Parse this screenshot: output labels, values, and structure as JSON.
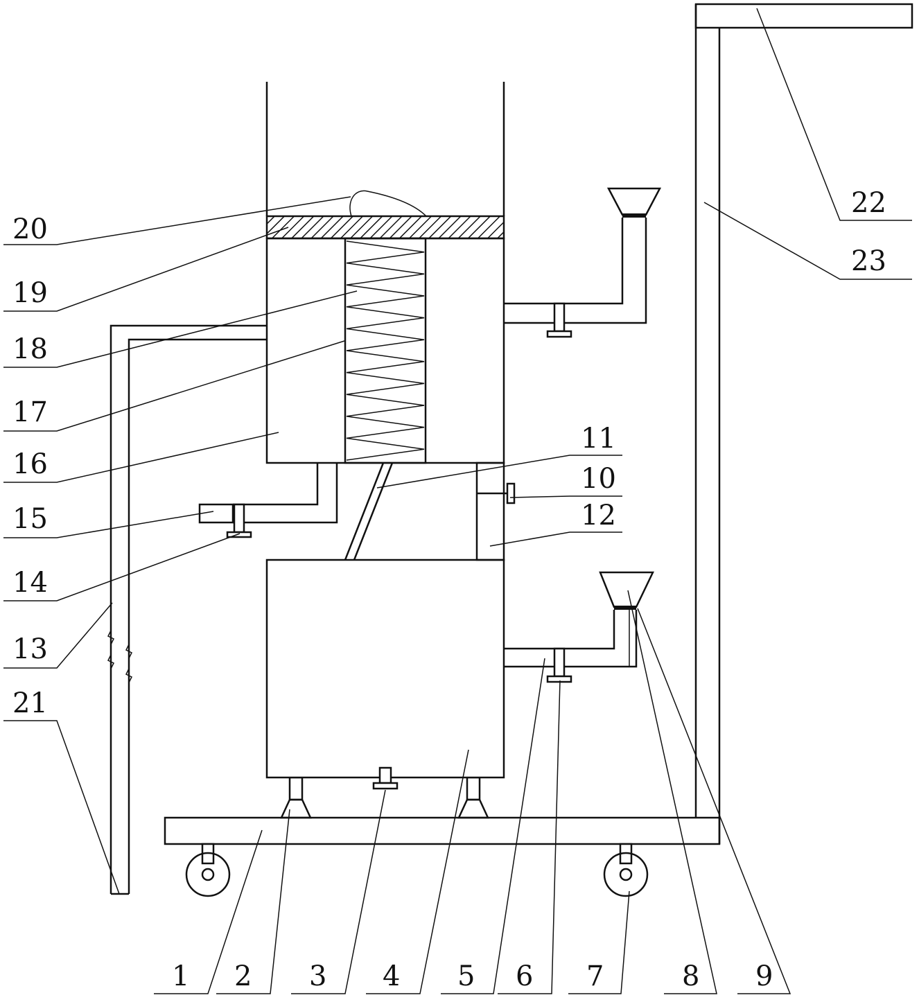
{
  "figure": {
    "labels": {
      "n1": "1",
      "n2": "2",
      "n3": "3",
      "n4": "4",
      "n5": "5",
      "n6": "6",
      "n7": "7",
      "n8": "8",
      "n9": "9",
      "n10": "10",
      "n11": "11",
      "n12": "12",
      "n13": "13",
      "n14": "14",
      "n15": "15",
      "n16": "16",
      "n17": "17",
      "n18": "18",
      "n19": "19",
      "n20": "20",
      "n21": "21",
      "n22": "22",
      "n23": "23"
    },
    "colors": {
      "line": "#111111",
      "background": "#ffffff"
    }
  }
}
